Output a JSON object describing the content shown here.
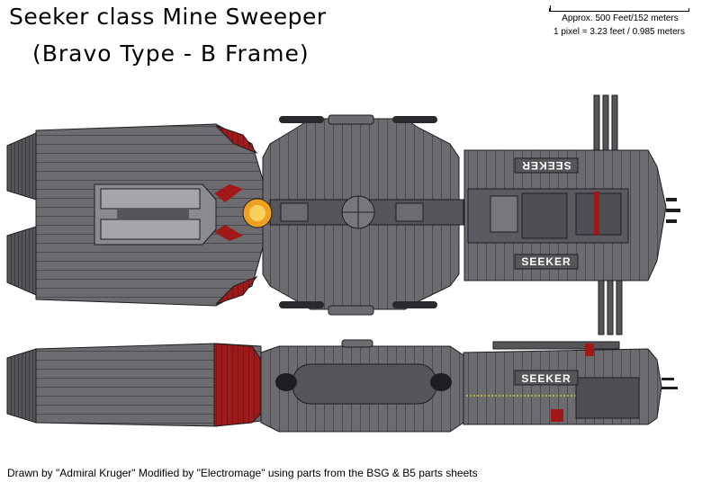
{
  "title": "Seeker class Mine Sweeper",
  "subtitle": "(Bravo Type - B Frame)",
  "scale": {
    "line1": "Approx. 500 Feet/152 meters",
    "line2": "1 pixel = 3.23 feet / 0.985 meters"
  },
  "hull_markings": {
    "top_view_upper": "SEEKER",
    "top_view_lower": "SEEKER",
    "side_view": "SEEKER"
  },
  "credit": "Drawn by \"Admiral Kruger\" Modified by \"Electromage\" using parts from the BSG & B5 parts sheets",
  "colors": {
    "hull": "#6b6b70",
    "hull_dark": "#4a4a50",
    "panel_line": "#2a2a2e",
    "accent_red": "#a01818",
    "engine_glow": "#f0a020",
    "background": "#ffffff"
  }
}
